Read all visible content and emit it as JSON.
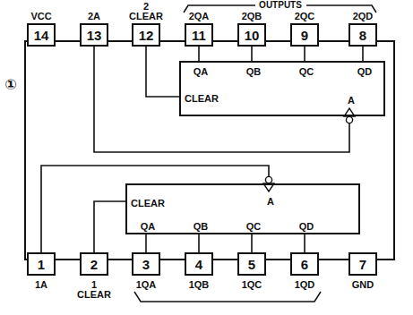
{
  "diagram": {
    "nodes": [
      {
        "text": [
          "14"
        ]
      },
      {
        "text": [
          "13"
        ]
      },
      {
        "text": [
          "12"
        ]
      },
      {
        "text": [
          "11"
        ]
      },
      {
        "text": [
          "10"
        ]
      },
      {
        "text": [
          "9"
        ]
      },
      {
        "text": [
          "8"
        ]
      },
      {
        "text": [
          "QA",
          "QB",
          "QC",
          "QD",
          "CLEAR",
          "A"
        ]
      },
      {
        "text": [
          "CLEAR",
          "QA",
          "QB",
          "QC",
          "QD",
          "A"
        ]
      },
      {
        "text": [
          "1"
        ]
      },
      {
        "text": [
          "2"
        ]
      },
      {
        "text": [
          "3"
        ]
      },
      {
        "text": [
          "4"
        ]
      },
      {
        "text": [
          "5"
        ]
      },
      {
        "text": [
          "6"
        ]
      },
      {
        "text": [
          "7"
        ]
      }
    ],
    "edges": [
      {
        "from": 3,
        "to": 7,
        "arrow": "none"
      },
      {
        "from": 4,
        "to": 7,
        "arrow": "none"
      },
      {
        "from": 5,
        "to": 7,
        "arrow": "none"
      },
      {
        "from": 6,
        "to": 7,
        "arrow": "none"
      },
      {
        "from": 2,
        "to": 7,
        "arrow": "none"
      },
      {
        "from": 1,
        "to": 7,
        "arrow": "none"
      },
      {
        "from": 9,
        "to": 8,
        "arrow": "none"
      },
      {
        "from": 10,
        "to": 8,
        "arrow": "none"
      },
      {
        "from": 11,
        "to": 8,
        "arrow": "none"
      },
      {
        "from": 12,
        "to": 8,
        "arrow": "none"
      },
      {
        "from": 13,
        "to": 8,
        "arrow": "none"
      },
      {
        "from": 14,
        "to": 8,
        "arrow": "none"
      }
    ],
    "labels": [
      "OUTPUTS",
      "VCC",
      "2A",
      "2 CLEAR",
      "2QA",
      "2QB",
      "2QC",
      "2QD",
      "①",
      "1A",
      "1 CLEAR",
      "1QA",
      "1QB",
      "1QC",
      "1QD",
      "GND"
    ]
  }
}
